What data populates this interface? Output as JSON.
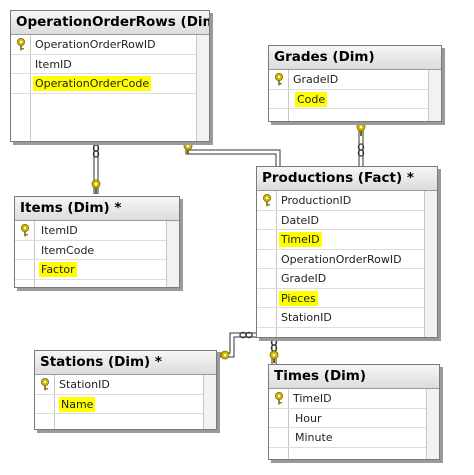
{
  "tables": {
    "operation_order_rows": {
      "title": "OperationOrderRows (Dim) *",
      "rows": [
        {
          "label": "OperationOrderRowID",
          "key": true,
          "highlight": false
        },
        {
          "label": "ItemID",
          "key": false,
          "highlight": false
        },
        {
          "label": "OperationOrderCode",
          "key": false,
          "highlight": true
        }
      ]
    },
    "grades": {
      "title": "Grades (Dim)",
      "rows": [
        {
          "label": "GradeID",
          "key": true,
          "highlight": false
        },
        {
          "label": "Code",
          "key": false,
          "highlight": true
        }
      ]
    },
    "productions": {
      "title": "Productions (Fact) *",
      "rows": [
        {
          "label": "ProductionID",
          "key": true,
          "highlight": false
        },
        {
          "label": "DateID",
          "key": false,
          "highlight": false
        },
        {
          "label": "TimeID",
          "key": false,
          "highlight": true
        },
        {
          "label": "OperationOrderRowID",
          "key": false,
          "highlight": false
        },
        {
          "label": "GradeID",
          "key": false,
          "highlight": false
        },
        {
          "label": "Pieces",
          "key": false,
          "highlight": true
        },
        {
          "label": "StationID",
          "key": false,
          "highlight": false
        }
      ]
    },
    "items": {
      "title": "Items (Dim) *",
      "rows": [
        {
          "label": "ItemID",
          "key": true,
          "highlight": false
        },
        {
          "label": "ItemCode",
          "key": false,
          "highlight": false
        },
        {
          "label": "Factor",
          "key": false,
          "highlight": true
        }
      ]
    },
    "stations": {
      "title": "Stations (Dim) *",
      "rows": [
        {
          "label": "StationID",
          "key": true,
          "highlight": false
        },
        {
          "label": "Name",
          "key": false,
          "highlight": true
        }
      ]
    },
    "times": {
      "title": "Times (Dim)",
      "rows": [
        {
          "label": "TimeID",
          "key": true,
          "highlight": false
        },
        {
          "label": "Hour",
          "key": false,
          "highlight": false
        },
        {
          "label": "Minute",
          "key": false,
          "highlight": false
        }
      ]
    }
  },
  "colors": {
    "highlight": "#ffff00",
    "key_icon": "#d4b800",
    "connector": "#333333"
  },
  "icons": {
    "primary_key": "key-icon",
    "one_end": "key-icon",
    "many_end": "infinity-icon"
  }
}
